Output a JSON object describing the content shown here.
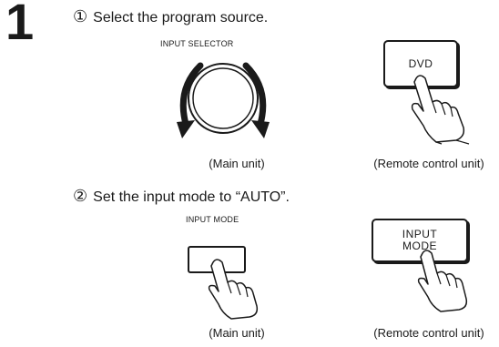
{
  "step": {
    "number": "1"
  },
  "instructions": [
    {
      "marker": "①",
      "text": "Select the program source."
    },
    {
      "marker": "②",
      "text": "Set the input mode to “AUTO”."
    }
  ],
  "panel1": {
    "main_label": "INPUT SELECTOR",
    "remote_button": "DVD",
    "main_caption": "(Main unit)",
    "remote_caption": "(Remote control unit)"
  },
  "panel2": {
    "main_label": "INPUT MODE",
    "remote_button_line1": "INPUT",
    "remote_button_line2": "MODE",
    "main_caption": "(Main unit)",
    "remote_caption": "(Remote control unit)"
  }
}
